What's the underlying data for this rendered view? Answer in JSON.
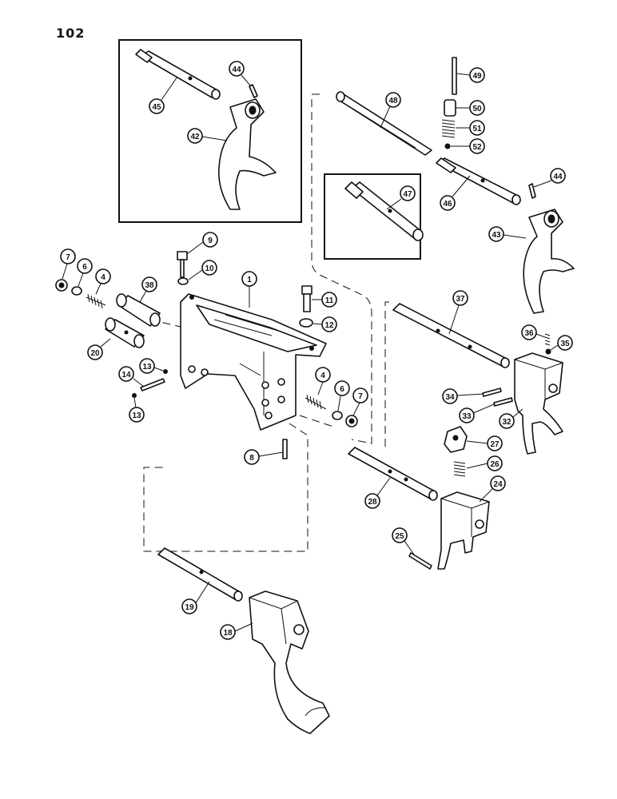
{
  "page_number": "102",
  "callouts": {
    "c1": "1",
    "c4a": "4",
    "c4b": "4",
    "c6a": "6",
    "c6b": "6",
    "c7a": "7",
    "c7b": "7",
    "c8": "8",
    "c9": "9",
    "c10": "10",
    "c11": "11",
    "c12": "12",
    "c13a": "13",
    "c13b": "13",
    "c14": "14",
    "c18": "18",
    "c19": "19",
    "c20": "20",
    "c24": "24",
    "c25": "25",
    "c26": "26",
    "c27": "27",
    "c28": "28",
    "c32": "32",
    "c33": "33",
    "c34": "34",
    "c35": "35",
    "c36": "36",
    "c37": "37",
    "c38": "38",
    "c42": "42",
    "c43": "43",
    "c44a": "44",
    "c44b": "44",
    "c45": "45",
    "c46": "46",
    "c47": "47",
    "c48": "48",
    "c49": "49",
    "c50": "50",
    "c51": "51",
    "c52": "52"
  }
}
